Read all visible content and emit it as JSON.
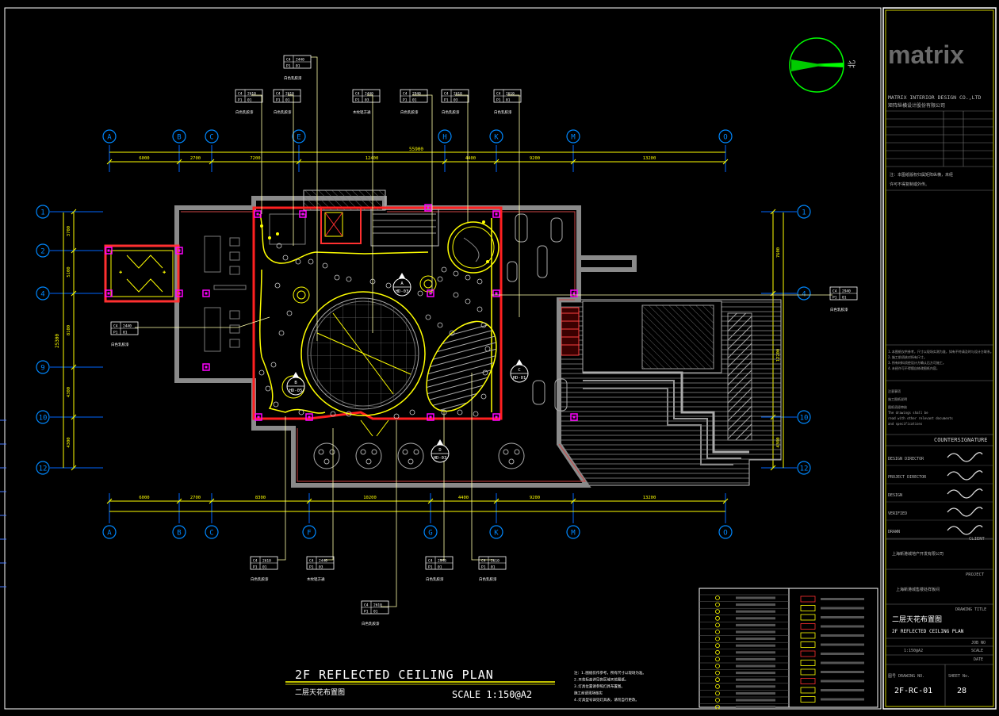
{
  "drawing": {
    "title_en": "2F REFLECTED CEILING PLAN",
    "title_cn": "二层天花布置图",
    "scale": "SCALE 1:150@A2",
    "notes": [
      "注：1.图纸仅作参考，所有尺寸以现场为准。",
      "2.天花标高详见各区域天花图纸。",
      "3.灯具位置请参照灯具布置图。",
      "施工前请现场核实",
      "4.灯具型号详见灯具表，请勿自行更改。"
    ]
  },
  "grid": {
    "columns": [
      "A",
      "B",
      "C",
      "E",
      "H",
      "K",
      "M",
      "O"
    ],
    "columns_bottom": [
      "A",
      "B",
      "C",
      "F",
      "G",
      "K",
      "M",
      "O"
    ],
    "rows": [
      "1",
      "2",
      "4",
      "9",
      "10",
      "12"
    ],
    "rows_right": [
      "1",
      "4",
      "10",
      "12"
    ],
    "top_dims": [
      "6000",
      "2700",
      "7200",
      "12400",
      "4400",
      "9200",
      "13200"
    ],
    "top_total": "55900",
    "bottom_dims": [
      "6000",
      "2700",
      "8300",
      "10200",
      "4400",
      "9200",
      "13200"
    ],
    "left_dims": [
      "3700",
      "5100",
      "8100",
      "4300",
      "4300"
    ],
    "left_total": "25300",
    "right_dims": [
      "7600",
      "12200",
      "4300"
    ]
  },
  "section_marks": [
    {
      "num": "A",
      "code": "HD-03"
    },
    {
      "num": "B",
      "code": "HD-05"
    },
    {
      "num": "C",
      "code": "HD-01"
    },
    {
      "num": "D",
      "code": "HD-03"
    }
  ],
  "tags": [
    {
      "a": "C4",
      "b": "2440",
      "c": "P1",
      "d": "01",
      "label": "白色乳胶漆"
    },
    {
      "a": "C4",
      "b": "2610",
      "c": "P1",
      "d": "01",
      "label": "白色乳胶漆"
    },
    {
      "a": "C4",
      "b": "2610",
      "c": "P1",
      "d": "01",
      "label": "白色乳胶漆"
    },
    {
      "a": "C4",
      "b": "2440",
      "c": "P1",
      "d": "03",
      "label": "木纹铝方通"
    },
    {
      "a": "C4",
      "b": "2940",
      "c": "P1",
      "d": "01",
      "label": "白色乳胶漆"
    },
    {
      "a": "C4",
      "b": "2610",
      "c": "P1",
      "d": "03",
      "label": "白色乳胶漆"
    },
    {
      "a": "C4",
      "b": "2610",
      "c": "P1",
      "d": "01",
      "label": "白色乳胶漆"
    }
  ],
  "north_label": "北",
  "titleblock": {
    "logo": "matrix",
    "company_en": "MATRIX INTERIOR DESIGN CO.,LTD",
    "company_cn": "矩阵纵横设计股份有限公司",
    "countersignature": "COUNTERSIGNATURE",
    "roles": [
      "DESIGN DIRECTOR",
      "PROJECT DIRECTOR",
      "DESIGN",
      "VERIFIED",
      "DRAWN"
    ],
    "client_label": "CLIENT",
    "client": "上海新港城地产开发有限公司",
    "project_label": "PROJECT",
    "project": "上海新港城售楼处样板间",
    "drawing_title_label": "DRAWING TITLE",
    "drawing_title_cn": "二层天花布置图",
    "drawing_title_en": "2F REFLECTED CEILING PLAN",
    "job_no": "JOB NO",
    "scale_label": "SCALE",
    "scale_value": "1:150@A2",
    "date_label": "DATE",
    "drawing_no_label": "图号 DRAWING NO.",
    "drawing_no": "2F-RC-01",
    "sheet_label": "SHEET No.",
    "sheet_no": "28"
  },
  "colors": {
    "grid_line": "#0066ff",
    "wall": "#ff2020",
    "dim": "#ffff00",
    "leader": "#ffffaa",
    "hatch": "#808080",
    "frame": "#ffffff",
    "accent_green": "#00ff00"
  }
}
